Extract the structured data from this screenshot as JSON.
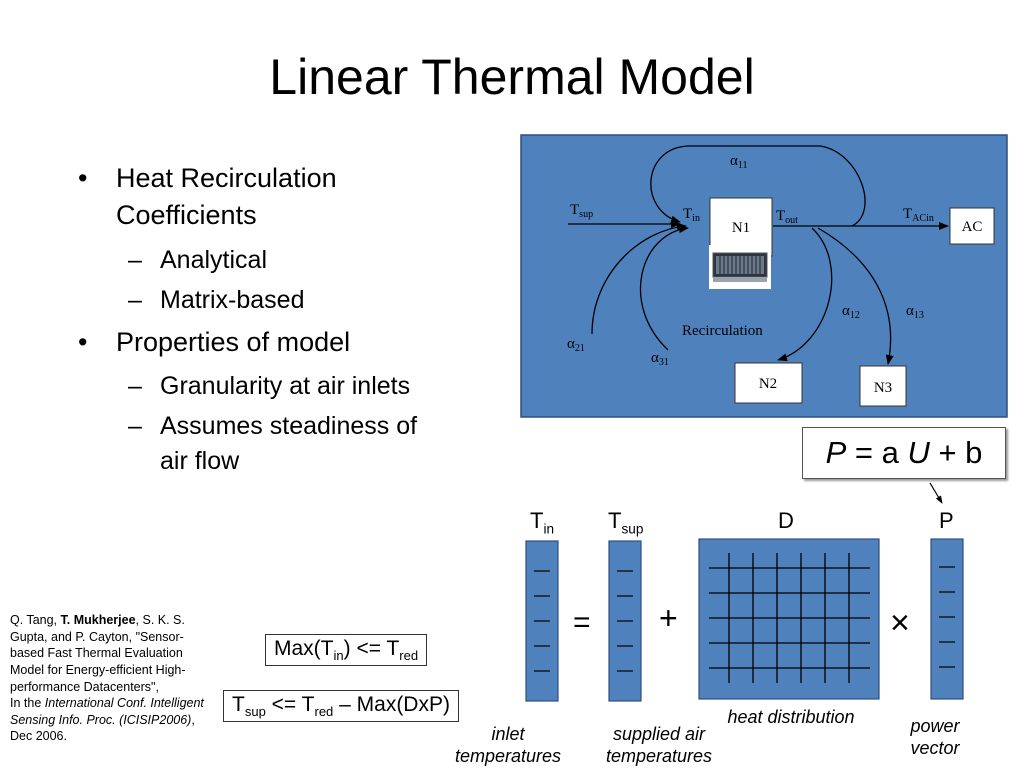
{
  "slide": {
    "title": "Linear Thermal Model",
    "bullets": [
      {
        "text": "Heat Recirculation Coefficients",
        "sub": [
          "Analytical",
          "Matrix-based"
        ]
      },
      {
        "text": "Properties of model",
        "sub": [
          "Granularity at air inlets",
          "Assumes steadiness of air flow"
        ]
      }
    ],
    "reference": {
      "authors_a": "Q. Tang,",
      "authors_bold": "T. Mukherjee",
      "authors_b": ", S. K. S. Gupta, and P. Cayton,",
      "paper_title": "\"Sensor-based Fast Thermal Evaluation Model for Energy-efficient High-performance Datacenters\",",
      "venue_prefix": "In the",
      "venue_italic": "International Conf. Intelligent Sensing Info. Proc. (ICISIP2006)",
      "venue_suffix": ", Dec 2006."
    },
    "constraints": {
      "c1": {
        "pre": "Max(T",
        "sub1": "in",
        "mid": ") <= T",
        "sub2": "red",
        "post": ""
      },
      "c2": {
        "pre": "T",
        "sub1": "sup",
        "mid": " <= T",
        "sub2": "red",
        "post": " – Max(DxP)"
      }
    },
    "equation": {
      "p": "P",
      "eq": " = a ",
      "u": "U",
      "rest": " + b"
    }
  },
  "diagram": {
    "nodes": {
      "n1": "N1",
      "n2": "N2",
      "n3": "N3",
      "ac": "AC"
    },
    "alphas": {
      "a11": "11",
      "a12": "12",
      "a13": "13",
      "a21": "21",
      "a31": "31"
    },
    "alpha_symbol": "α",
    "t_sup": {
      "t": "T",
      "sub": "sup"
    },
    "t_in": {
      "t": "T",
      "sub": "in"
    },
    "t_out": {
      "t": "T",
      "sub": "out"
    },
    "t_acin": {
      "t": "T",
      "sub": "ACin"
    },
    "recirculation": "Recirculation",
    "bg_color": "#4f81bd"
  },
  "matrix_eq": {
    "tin": {
      "t": "T",
      "sub": "in"
    },
    "tsup": {
      "t": "T",
      "sub": "sup"
    },
    "d": "D",
    "p": "P",
    "equals": "=",
    "plus": "+",
    "times": "×",
    "cap_inlet": "inlet temperatures",
    "cap_supplied": "supplied air temperatures",
    "cap_heat": "heat distribution",
    "cap_power": "power vector"
  }
}
